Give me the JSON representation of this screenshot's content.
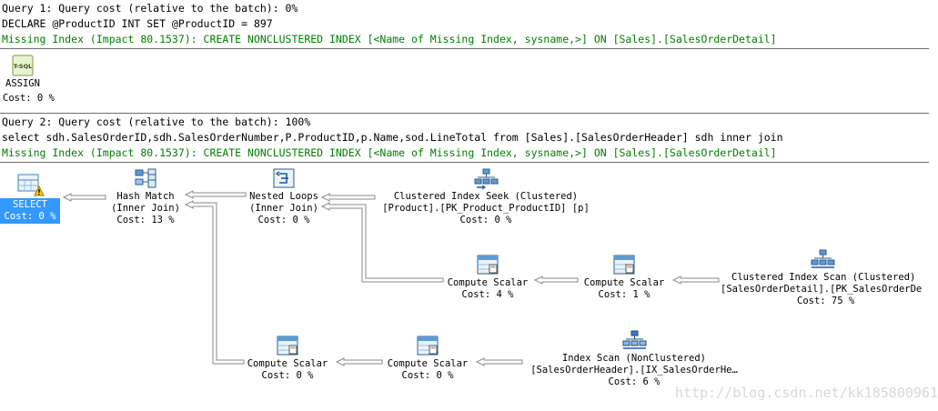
{
  "query1": {
    "header": "Query 1: Query cost (relative to the batch): 0%",
    "statement": "DECLARE @ProductID INT SET @ProductID = 897",
    "missing_index": "Missing Index (Impact 80.1537): CREATE NONCLUSTERED INDEX [<Name of Missing Index, sysname,>] ON [Sales].[SalesOrderDetail]",
    "assign": {
      "icon_label": "T-SQL",
      "label": "ASSIGN",
      "cost": "Cost: 0 %"
    }
  },
  "query2": {
    "header": "Query 2: Query cost (relative to the batch): 100%",
    "statement": "select sdh.SalesOrderID,sdh.SalesOrderNumber,P.ProductID,p.Name,sod.LineTotal from [Sales].[SalesOrderHeader] sdh inner join",
    "missing_index": "Missing Index (Impact 80.1537): CREATE NONCLUSTERED INDEX [<Name of Missing Index, sysname,>] ON [Sales].[SalesOrderDetail]"
  },
  "plan": {
    "select": {
      "label": "SELECT",
      "cost": "Cost: 0 %"
    },
    "hash_match": {
      "label": "Hash Match",
      "sub": "(Inner Join)",
      "cost": "Cost: 13 %"
    },
    "nested_loops": {
      "label": "Nested Loops",
      "sub": "(Inner Join)",
      "cost": "Cost: 0 %"
    },
    "clustered_index_seek": {
      "label": "Clustered Index Seek (Clustered)",
      "sub": "[Product].[PK_Product_ProductID] [p]",
      "cost": "Cost: 0 %"
    },
    "compute_scalar_a": {
      "label": "Compute Scalar",
      "cost": "Cost: 4 %"
    },
    "compute_scalar_b": {
      "label": "Compute Scalar",
      "cost": "Cost: 1 %"
    },
    "clustered_index_scan": {
      "label": "Clustered Index Scan (Clustered)",
      "sub": "[SalesOrderDetail].[PK_SalesOrderDe",
      "cost": "Cost: 75 %"
    },
    "compute_scalar_c": {
      "label": "Compute Scalar",
      "cost": "Cost: 0 %"
    },
    "compute_scalar_d": {
      "label": "Compute Scalar",
      "cost": "Cost: 0 %"
    },
    "index_scan": {
      "label": "Index Scan (NonClustered)",
      "sub": "[SalesOrderHeader].[IX_SalesOrderHe…",
      "cost": "Cost: 6 %"
    }
  },
  "watermark": "http://blog.csdn.net/kk185800961"
}
